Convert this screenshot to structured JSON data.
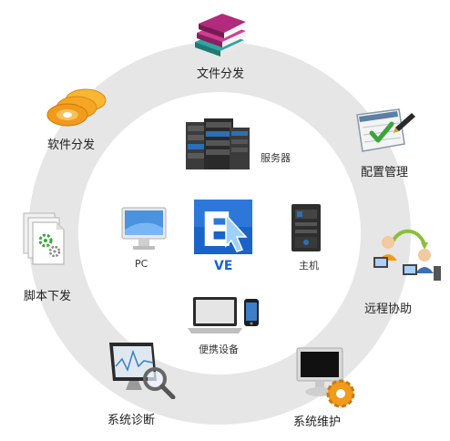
{
  "center": {
    "label": "VE",
    "glyph": "E"
  },
  "inner": {
    "server": "服务器",
    "pc": "PC",
    "host": "主机",
    "portable": "便携设备"
  },
  "outer": {
    "file_distribution": "文件分发",
    "software_distribution": "软件分发",
    "config_management": "配置管理",
    "script_distribution": "脚本下发",
    "remote_assistance": "远程协助",
    "system_diagnosis": "系统诊断",
    "system_maintenance": "系统维护"
  },
  "colors": {
    "ring": "#e6e6e6",
    "ve_blue": "#1a63c9",
    "orange": "#f29a1c",
    "magenta": "#b22a7c",
    "green": "#3aa63a"
  }
}
